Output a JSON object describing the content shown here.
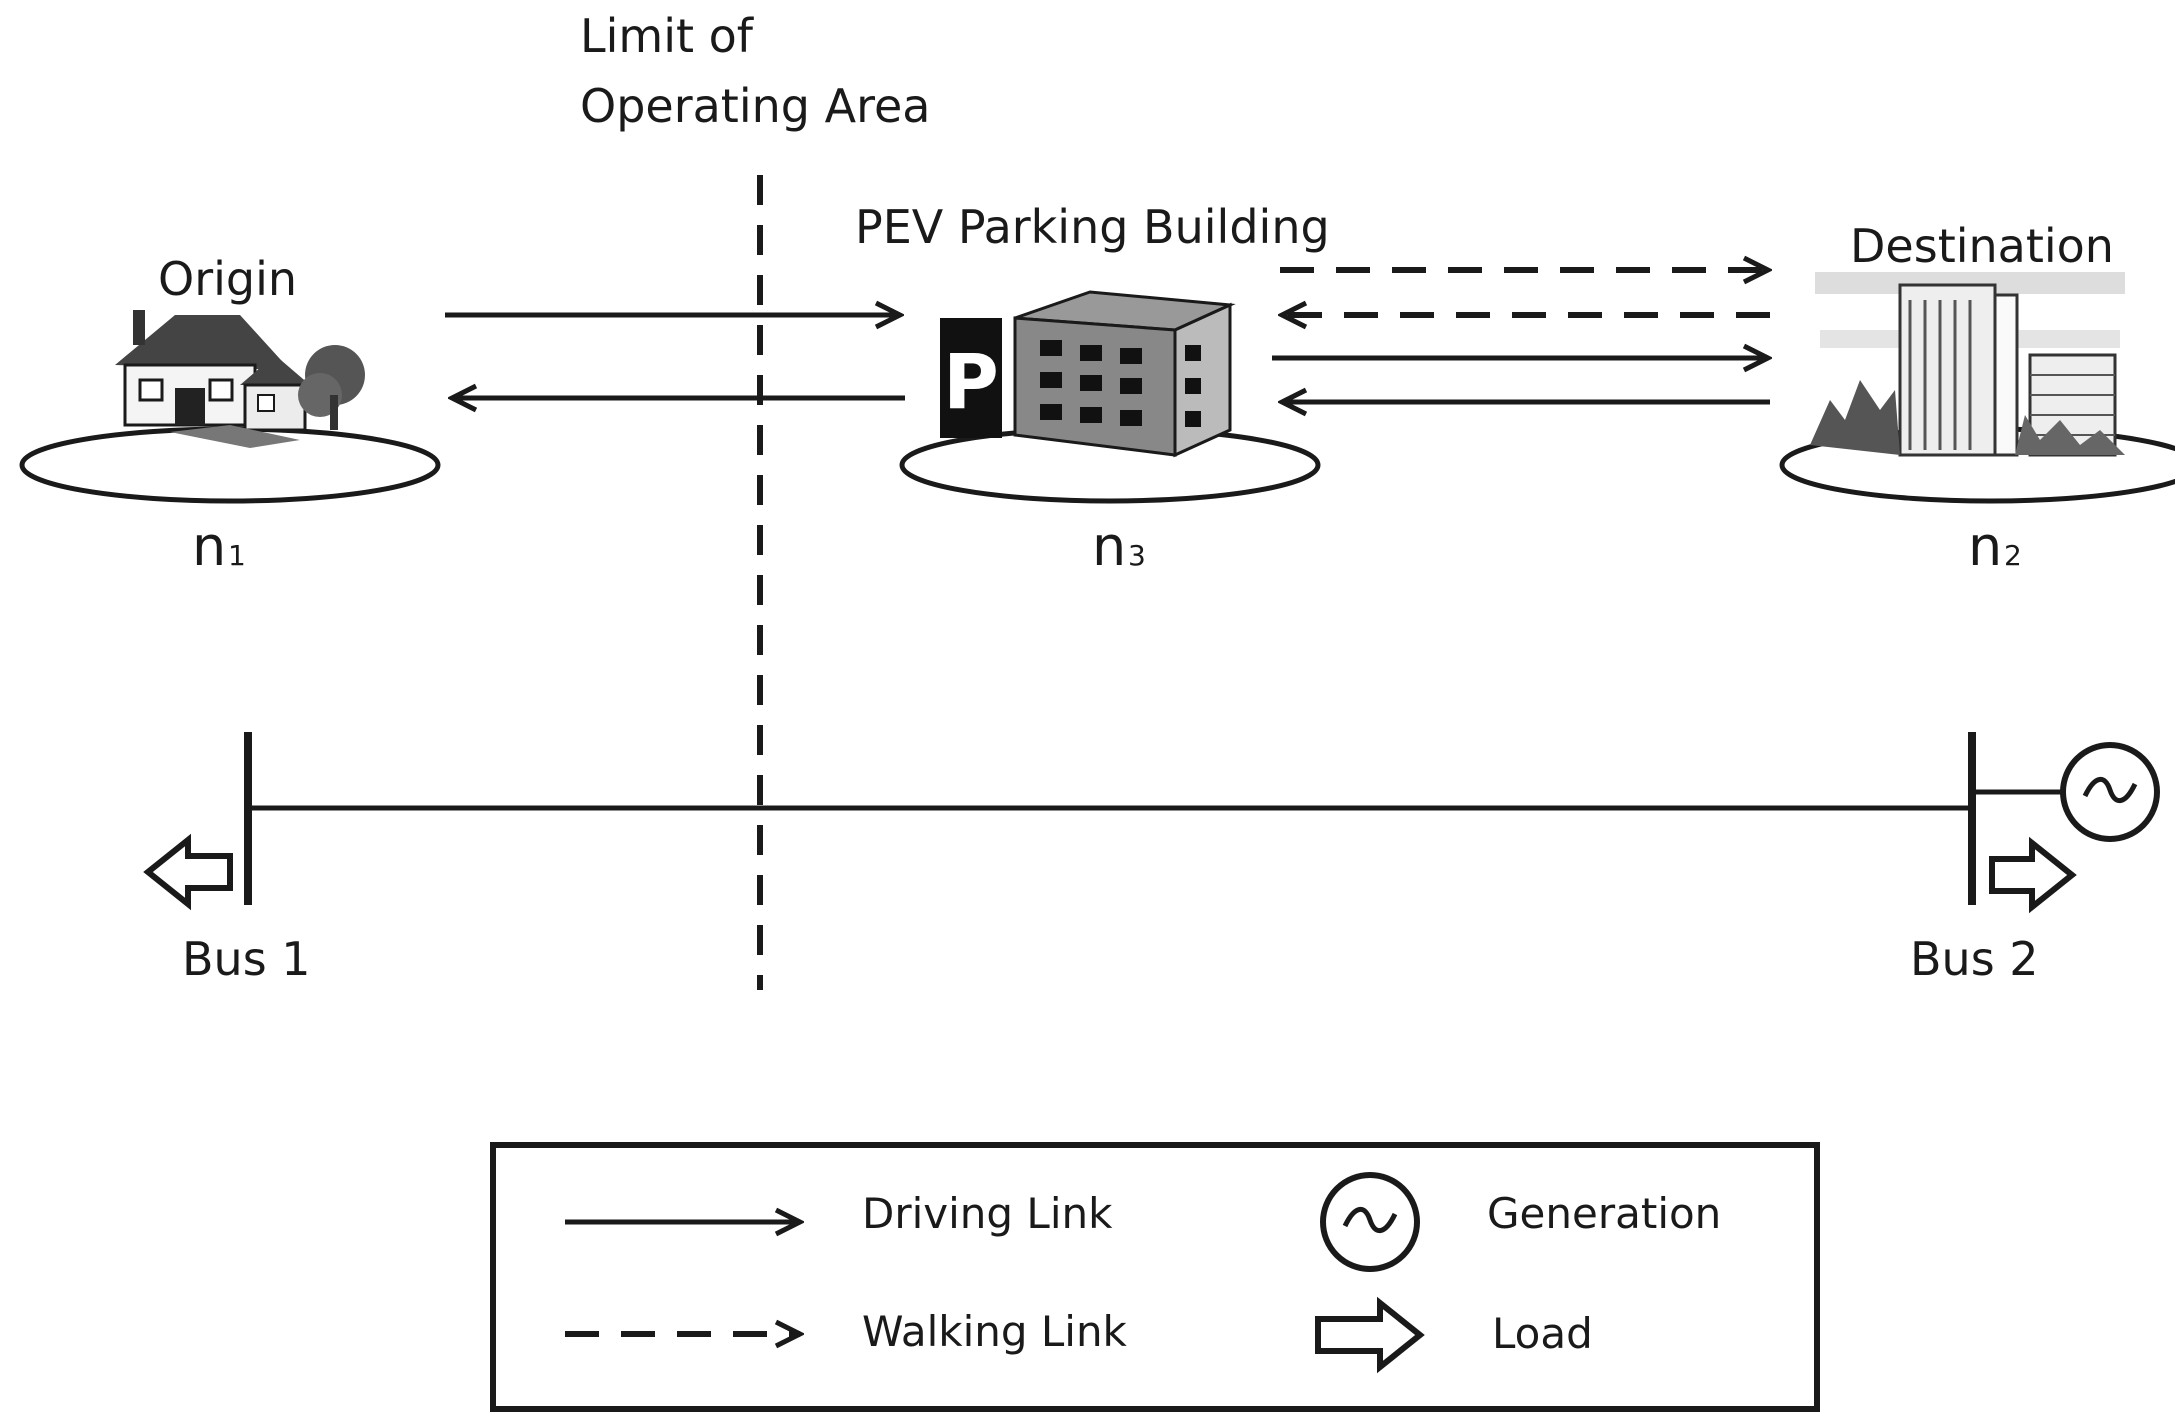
{
  "labels": {
    "limit_line1": "Limit of",
    "limit_line2": "Operating Area",
    "parking": "PEV Parking Building",
    "origin": "Origin",
    "destination": "Destination",
    "parking_sign": "P"
  },
  "nodes": {
    "n1": {
      "base": "n",
      "sub": "1"
    },
    "n3": {
      "base": "n",
      "sub": "3"
    },
    "n2": {
      "base": "n",
      "sub": "2"
    }
  },
  "buses": {
    "bus1": "Bus 1",
    "bus2": "Bus 2"
  },
  "legend": {
    "driving": "Driving Link",
    "walking": "Walking Link",
    "generation": "Generation",
    "load": "Load"
  }
}
